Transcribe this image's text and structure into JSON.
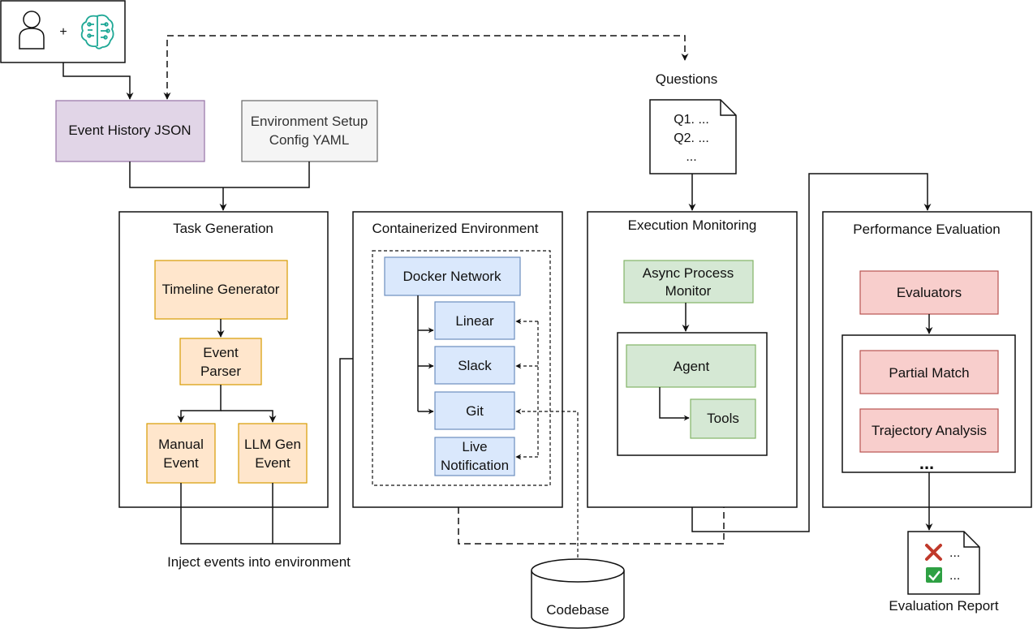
{
  "user_plus": "+",
  "event_history": "Event History JSON",
  "env_setup": [
    "Environment Setup",
    "Config YAML"
  ],
  "questions_label": "Questions",
  "questions_doc": [
    "Q1. ...",
    "Q2. ...",
    "..."
  ],
  "task_generation": {
    "title": "Task Generation",
    "timeline_generator": "Timeline Generator",
    "event_parser": [
      "Event",
      "Parser"
    ],
    "manual_event": [
      "Manual",
      "Event"
    ],
    "llm_gen_event": [
      "LLM Gen",
      "Event"
    ]
  },
  "inject_label": "Inject events into environment",
  "containerized": {
    "title": "Containerized Environment",
    "docker_network": "Docker Network",
    "linear": "Linear",
    "slack": "Slack",
    "git": "Git",
    "live_notification": [
      "Live",
      "Notification"
    ]
  },
  "codebase": "Codebase",
  "execution": {
    "title": "Execution Monitoring",
    "async_monitor": [
      "Async Process",
      "Monitor"
    ],
    "agent": "Agent",
    "tools": "Tools"
  },
  "performance": {
    "title": "Performance Evaluation",
    "evaluators": "Evaluators",
    "partial_match": "Partial Match",
    "trajectory_analysis": "Trajectory Analysis",
    "more": "..."
  },
  "report": {
    "item1": "...",
    "item2": "...",
    "label": "Evaluation Report"
  },
  "colors": {
    "purple_fill": "#e1d5e7",
    "orange_fill": "#ffe6cc",
    "blue_fill": "#dae8fc",
    "green_fill": "#d5e8d4",
    "red_fill": "#f8cecc",
    "gray_fill": "#f5f5f5",
    "brain_teal": "#1fa896"
  },
  "icons": [
    "user-icon",
    "brain-circuit-icon",
    "cross-mark-icon",
    "check-mark-icon",
    "database-icon",
    "document-icon"
  ]
}
